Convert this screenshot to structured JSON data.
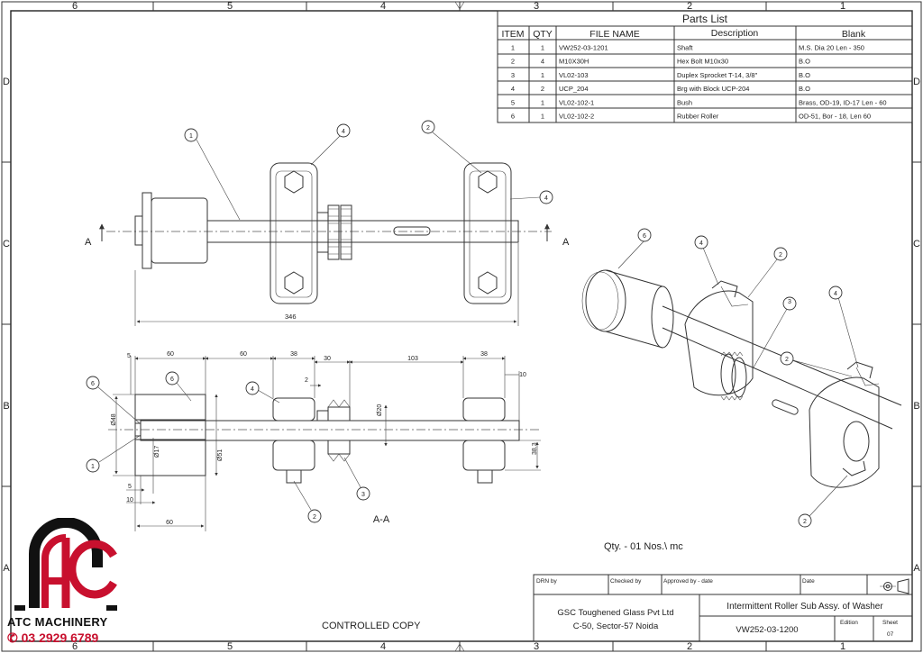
{
  "border": {
    "top_zones": [
      "6",
      "5",
      "4",
      "3",
      "2",
      "1"
    ],
    "bottom_zones": [
      "6",
      "5",
      "4",
      "3",
      "2",
      "1"
    ],
    "side_zones": [
      "D",
      "C",
      "B",
      "A"
    ]
  },
  "parts_list": {
    "title": "Parts List",
    "headers": [
      "ITEM",
      "QTY",
      "FILE NAME",
      "Description",
      "Blank"
    ],
    "rows": [
      [
        "1",
        "1",
        "VW252-03-1201",
        "Shaft",
        "M.S. Dia 20 Len - 350"
      ],
      [
        "2",
        "4",
        "M10X30H",
        "Hex Bolt M10x30",
        "B.O"
      ],
      [
        "3",
        "1",
        "VL02-103",
        "Duplex Sprocket T-14, 3/8\"",
        "B.O"
      ],
      [
        "4",
        "2",
        "UCP_204",
        "Brg with Block UCP-204",
        "B.O"
      ],
      [
        "5",
        "1",
        "VL02-102-1",
        "Bush",
        "Brass, OD-19, ID-17 Len - 60"
      ],
      [
        "6",
        "1",
        "VL02-102-2",
        "Rubber Roller",
        "OD-51, Bor - 18, Len 60"
      ]
    ]
  },
  "plan_view": {
    "section_left": "A",
    "section_right": "A",
    "overall_dim": "346",
    "balloons": [
      "1",
      "4",
      "2",
      "4"
    ]
  },
  "section_view": {
    "label": "A-A",
    "dims_top": [
      "5",
      "60",
      "60",
      "38",
      "30",
      "103",
      "38",
      "10"
    ],
    "dim_small": "2",
    "dims_vertical": [
      "Ø48",
      "Ø17",
      "Ø51",
      "Ø20",
      "38.3"
    ],
    "dims_bottom": [
      "5",
      "10",
      "60"
    ],
    "balloons": [
      "6",
      "6",
      "4",
      "1",
      "2",
      "3"
    ]
  },
  "iso_view": {
    "balloons": [
      "6",
      "4",
      "2",
      "3",
      "4",
      "2",
      "2"
    ]
  },
  "quantity_note": "Qty. - 01 Nos.\\ mc",
  "controlled_copy": "CONTROLLED COPY",
  "title_block": {
    "drn_by": "DRN by",
    "checked_by": "Checked by",
    "approved_by": "Approved by - date",
    "date": "Date",
    "company_line1": "GSC Toughened Glass Pvt Ltd",
    "company_line2": "C-50, Sector-57 Noida",
    "drawing_title": "Intermittent Roller Sub Assy. of Washer",
    "drawing_number": "VW252-03-1200",
    "edition_label": "Edition",
    "sheet_label": "Sheet",
    "sheet_value": "07"
  },
  "logo": {
    "letters": "ATC",
    "name": "ATC MACHINERY",
    "phone": "03 2929 6789",
    "brand_color": "#c8102e",
    "icon": "phone-icon"
  }
}
